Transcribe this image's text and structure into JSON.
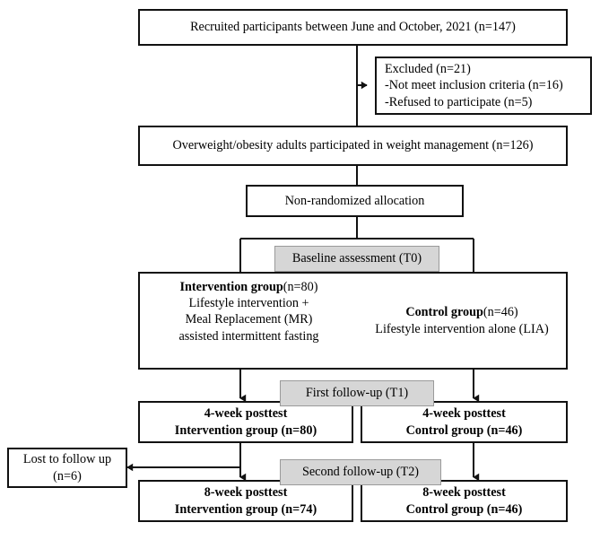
{
  "diagram": {
    "title": "Participant flow diagram",
    "colors": {
      "box_border": "#111111",
      "box_fill": "#ffffff",
      "stage_fill": "#d6d6d6",
      "stage_border": "#9a9a9a",
      "connector": "#111111",
      "text": "#000000"
    },
    "nodes": {
      "recruited": {
        "lines": [
          "Recruited participants between June and October, 2021 (n=147)"
        ]
      },
      "excluded": {
        "lines": [
          "Excluded (n=21)",
          "-Not meet inclusion criteria (n=16)",
          "-Refused to participate (n=5)"
        ]
      },
      "enrolled": {
        "lines": [
          "Overweight/obesity adults participated in weight management  (n=126)"
        ]
      },
      "allocation": {
        "lines": [
          "Non-randomized allocation"
        ]
      },
      "intervention_group": {
        "line1_bold": "Intervention group",
        "line1_rest": "(n=80)",
        "lines": [
          "Lifestyle intervention +",
          "Meal Replacement (MR)",
          "assisted intermittent fasting"
        ]
      },
      "control_group": {
        "line1_bold": "Control group",
        "line1_rest": "(n=46)",
        "lines": [
          "Lifestyle intervention alone (LIA)"
        ]
      },
      "posttest4_intervention": {
        "lines": [
          "4-week posttest",
          "Intervention group (n=80)"
        ]
      },
      "posttest4_control": {
        "lines": [
          "4-week posttest",
          "Control group (n=46)"
        ]
      },
      "lost_to_followup": {
        "lines": [
          "Lost to follow up",
          "(n=6)"
        ]
      },
      "posttest8_intervention": {
        "lines": [
          "8-week posttest",
          "Intervention group (n=74)"
        ]
      },
      "posttest8_control": {
        "lines": [
          "8-week posttest",
          "Control group (n=46)"
        ]
      }
    },
    "stages": {
      "baseline": "Baseline assessment (T0)",
      "first_followup": "First follow-up (T1)",
      "second_followup": "Second follow-up (T2)"
    }
  },
  "chart_data": {
    "type": "diagram",
    "title": "Participant flow diagram",
    "nodes": [
      {
        "id": "recruited",
        "label": "Recruited participants between June and October, 2021 (n=147)",
        "n": 147
      },
      {
        "id": "excluded",
        "label": "Excluded (n=21); -Not meet inclusion criteria (n=16); -Refused to participate (n=5)",
        "n": 21
      },
      {
        "id": "enrolled",
        "label": "Overweight/obesity adults participated in weight management  (n=126)",
        "n": 126
      },
      {
        "id": "allocation",
        "label": "Non-randomized allocation"
      },
      {
        "id": "baseline",
        "label": "Baseline assessment (T0)"
      },
      {
        "id": "intervention_group",
        "label": "Intervention group(n=80) Lifestyle intervention + Meal Replacement (MR) assisted intermittent fasting",
        "n": 80
      },
      {
        "id": "control_group",
        "label": "Control group(n=46) Lifestyle intervention alone (LIA)",
        "n": 46
      },
      {
        "id": "first_followup",
        "label": "First follow-up (T1)"
      },
      {
        "id": "posttest4_intervention",
        "label": "4-week posttest Intervention group (n=80)",
        "n": 80
      },
      {
        "id": "posttest4_control",
        "label": "4-week posttest Control group (n=46)",
        "n": 46
      },
      {
        "id": "lost_to_followup",
        "label": "Lost to follow up (n=6)",
        "n": 6
      },
      {
        "id": "second_followup",
        "label": "Second follow-up (T2)"
      },
      {
        "id": "posttest8_intervention",
        "label": "8-week posttest Intervention group (n=74)",
        "n": 74
      },
      {
        "id": "posttest8_control",
        "label": "8-week posttest Control group (n=46)",
        "n": 46
      }
    ],
    "edges": [
      {
        "from": "recruited",
        "to": "excluded",
        "arrow": true
      },
      {
        "from": "recruited",
        "to": "enrolled",
        "arrow": false
      },
      {
        "from": "enrolled",
        "to": "allocation",
        "arrow": false
      },
      {
        "from": "allocation",
        "to": "intervention_group",
        "arrow": false
      },
      {
        "from": "allocation",
        "to": "control_group",
        "arrow": false
      },
      {
        "from": "intervention_group",
        "to": "posttest4_intervention",
        "arrow": true
      },
      {
        "from": "control_group",
        "to": "posttest4_control",
        "arrow": true
      },
      {
        "from": "posttest4_intervention",
        "to": "lost_to_followup",
        "arrow": true
      },
      {
        "from": "posttest4_intervention",
        "to": "posttest8_intervention",
        "arrow": true
      },
      {
        "from": "posttest4_control",
        "to": "posttest8_control",
        "arrow": true
      }
    ]
  }
}
